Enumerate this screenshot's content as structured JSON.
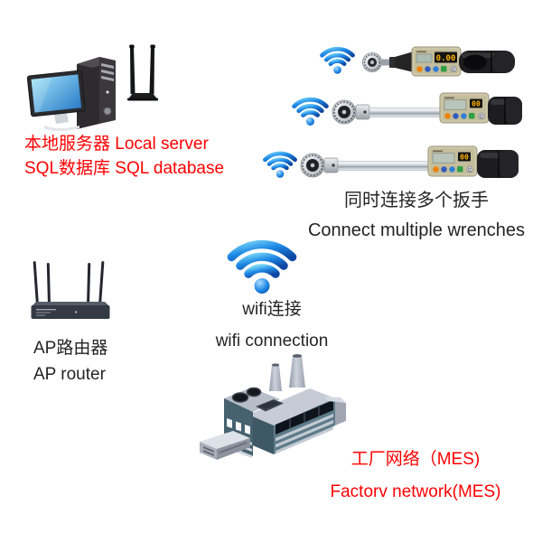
{
  "colors": {
    "accent_red": "#fe0202",
    "text_dark": "#242424",
    "wifi_blue": "#1e88e5",
    "background": "#ffffff"
  },
  "server": {
    "line1": "本地服务器 Local server",
    "line2": "SQL数据库 SQL database"
  },
  "wrench_group": {
    "caption_zh": "同时连接多个扳手",
    "caption_en": "Connect multiple wrenches",
    "displays": [
      "0.00",
      "00",
      "00"
    ],
    "button_c": "C"
  },
  "wifi": {
    "caption_zh": "wifi连接",
    "caption_en": "wifi connection"
  },
  "router": {
    "caption_zh": "AP路由器",
    "caption_en": "AP router"
  },
  "factory": {
    "caption_zh": "工厂网络（MES)",
    "caption_en": "Factorv network(MES)"
  }
}
